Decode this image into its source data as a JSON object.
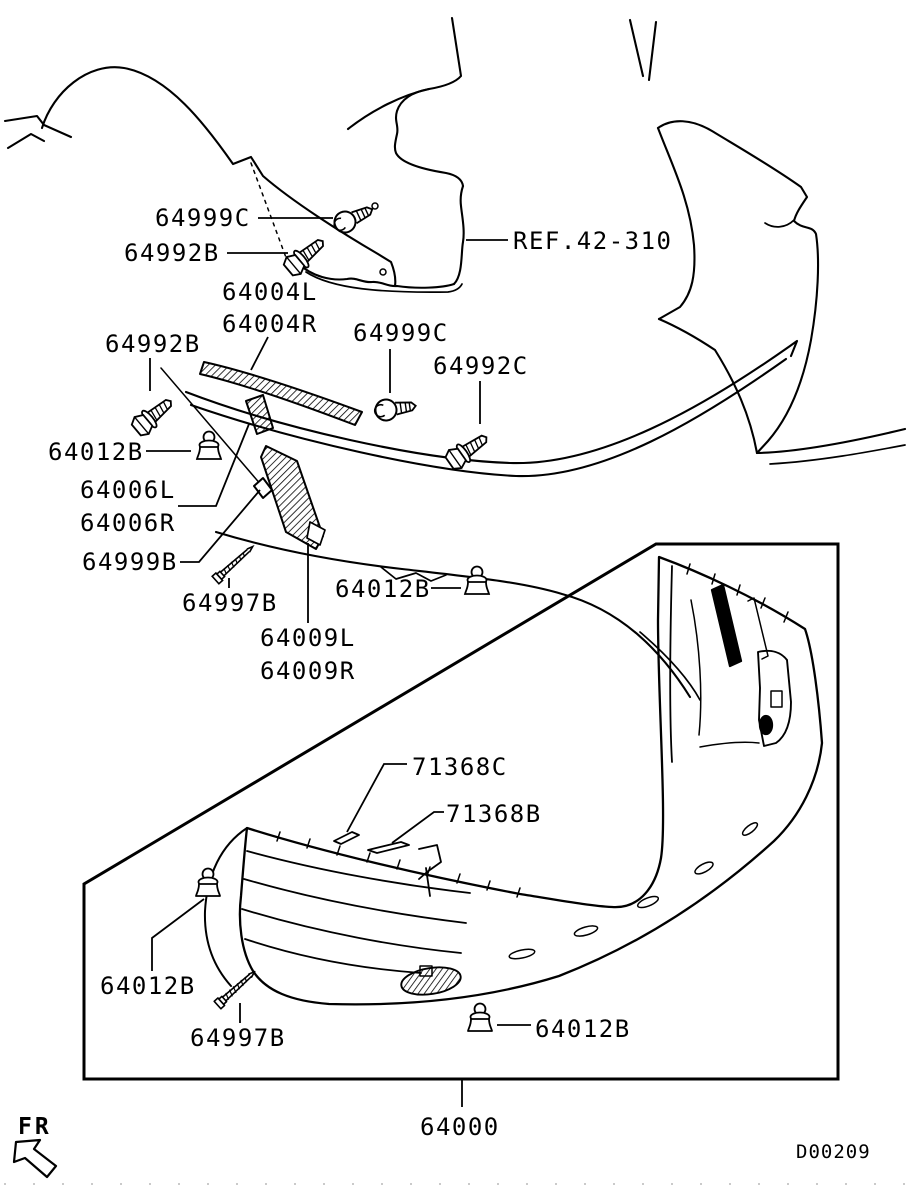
{
  "diagram": {
    "code": "D00209",
    "direction_label": "FR",
    "assembly_label": "64000",
    "reference_label": "REF.42-310",
    "callouts": [
      "64999C",
      "64992B",
      "64004L",
      "64004R",
      "64999C",
      "64992C",
      "64992B",
      "64012B",
      "64006L",
      "64006R",
      "64999B",
      "64997B",
      "64009L",
      "64009R",
      "64012B",
      "71368C",
      "71368B",
      "64012B",
      "64997B",
      "64012B"
    ]
  }
}
